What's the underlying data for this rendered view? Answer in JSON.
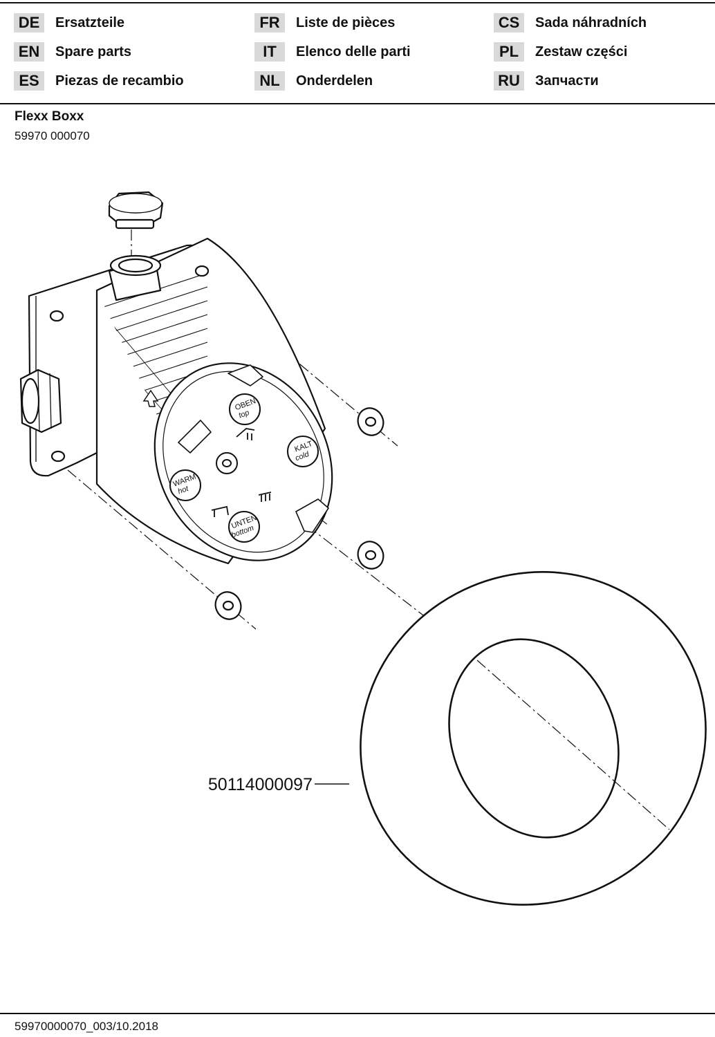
{
  "languages": [
    {
      "code": "DE",
      "label": "Ersatzteile"
    },
    {
      "code": "EN",
      "label": "Spare parts"
    },
    {
      "code": "ES",
      "label": "Piezas de recambio"
    },
    {
      "code": "FR",
      "label": "Liste de pièces"
    },
    {
      "code": "IT",
      "label": "Elenco delle parti"
    },
    {
      "code": "NL",
      "label": "Onderdelen"
    },
    {
      "code": "CS",
      "label": "Sada náhradních"
    },
    {
      "code": "PL",
      "label": "Zestaw części"
    },
    {
      "code": "RU",
      "label": "Запчасти"
    }
  ],
  "product": {
    "name": "Flexx Boxx",
    "number": "59970 000070"
  },
  "diagram": {
    "part_label": "50114000097",
    "markings": {
      "top_de": "OBEN",
      "top_en": "top",
      "cold_de": "KALT",
      "cold_en": "cold",
      "warm_de": "WARM",
      "warm_en": "hot",
      "bottom_de": "UNTEN",
      "bottom_en": "bottom"
    }
  },
  "footer": {
    "doc_id": "59970000070_003/10.2018"
  }
}
